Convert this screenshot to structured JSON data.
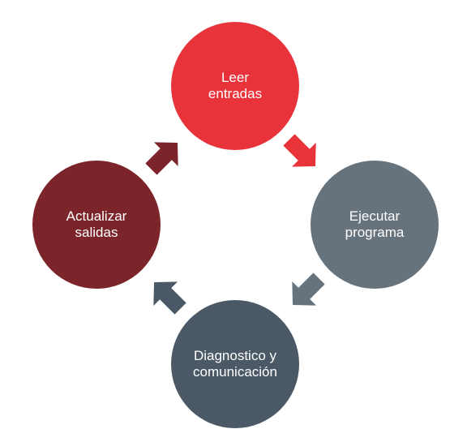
{
  "nodes": [
    {
      "id": "leer",
      "label": "Leer\nentradas",
      "color": "#e8333a"
    },
    {
      "id": "ejecutar",
      "label": "Ejecutar\nprograma",
      "color": "#67737c"
    },
    {
      "id": "diagnostico",
      "label": "Diagnostico y\ncomunicación",
      "color": "#4a5965"
    },
    {
      "id": "actualizar",
      "label": "Actualizar\nsalidas",
      "color": "#7b242a"
    }
  ],
  "arrows": [
    {
      "from": "leer",
      "to": "ejecutar",
      "color": "#e8333a"
    },
    {
      "from": "ejecutar",
      "to": "diagnostico",
      "color": "#67737c"
    },
    {
      "from": "diagnostico",
      "to": "actualizar",
      "color": "#4a5965"
    },
    {
      "from": "actualizar",
      "to": "leer",
      "color": "#7b242a"
    }
  ]
}
